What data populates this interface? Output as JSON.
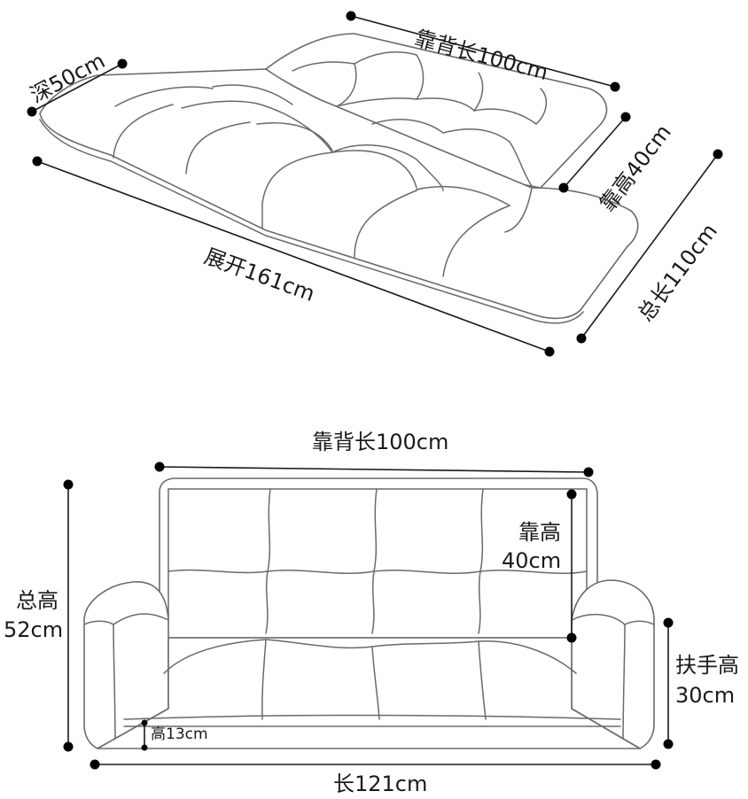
{
  "top_view": {
    "backrest_length": "靠背长100cm",
    "depth": "深50cm",
    "backrest_height": "靠高40cm",
    "total_length": "总长110cm",
    "unfolded": "展开161cm"
  },
  "front_view": {
    "backrest_length": "靠背长100cm",
    "backrest_height_1": "靠高",
    "backrest_height_2": "40cm",
    "total_height_1": "总高",
    "total_height_2": "52cm",
    "armrest_height_1": "扶手高",
    "armrest_height_2": "30cm",
    "seat_height": "高13cm",
    "length": "长121cm"
  }
}
